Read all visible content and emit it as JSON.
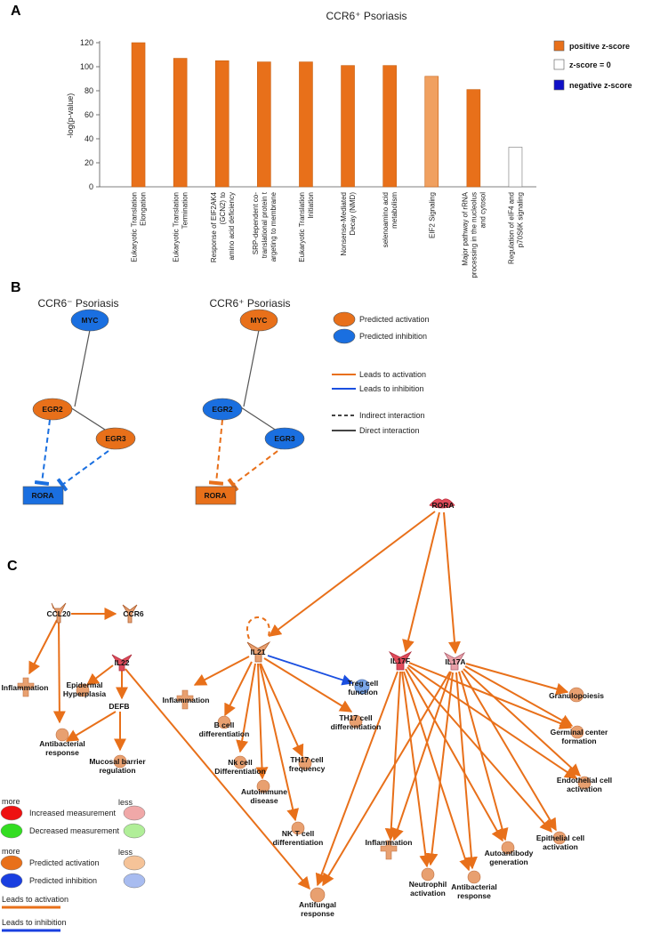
{
  "panels": {
    "a": "A",
    "b": "B",
    "c": "C"
  },
  "chart_data": {
    "type": "bar",
    "title": "CCR6⁺ Psoriasis",
    "ylabel": "-log(p-value)",
    "ylim": [
      0,
      120
    ],
    "yticks": [
      0,
      20,
      40,
      60,
      80,
      100,
      120
    ],
    "categories": [
      "Eukaryotic Translation Elongation",
      "Eukaryotic Translation Termination",
      "Response of EIF2AK4 (GCN2) to amino acid deficiency",
      "SRP-dependent co-translational protein t argeting to membrane",
      "Eukaryotic Translation Initiation",
      "Nonsense-Mediated Decay (NMD)",
      "selenoamino acid metabolism",
      "EIF2 Signaling",
      "Major pathway of rRNA processing in the nucleolus and cytosol",
      "Regulation of eIF4 and p70S6K signaling"
    ],
    "cat_lines": [
      [
        "Eukaryotic Translation",
        "Elongation"
      ],
      [
        "Eukaryotic Translation",
        "Termination"
      ],
      [
        "Response of EIF2AK4",
        "(GCN2) to",
        "amino acid deficiency"
      ],
      [
        "SRP-dependent co-",
        "translational protein t",
        "argeting to membrane"
      ],
      [
        "Eukaryotic Translation",
        "Initiation"
      ],
      [
        "Nonsense-Mediated",
        "Decay (NMD)"
      ],
      [
        "selenoamino acid",
        "metabolism"
      ],
      [
        "EIF2 Signaling"
      ],
      [
        "Major pathway of rRNA",
        "processing in the nucleolus",
        "and cytosol"
      ],
      [
        "Regulation of eIF4 and",
        "p70S6K signaling"
      ]
    ],
    "values": [
      120,
      107,
      105,
      104,
      104,
      101,
      101,
      92,
      81,
      33
    ],
    "bar_colors": [
      "#e8701a",
      "#e8701a",
      "#e8701a",
      "#e8701a",
      "#e8701a",
      "#e8701a",
      "#e8701a",
      "#f0a060",
      "#e8701a",
      "#ffffff"
    ],
    "legend": [
      {
        "label": "positive z-score",
        "color": "#e8701a"
      },
      {
        "label": "z-score = 0",
        "color": "#ffffff"
      },
      {
        "label": "negative z-score",
        "color": "#1010c8"
      }
    ],
    "legend_position": "right"
  },
  "panel_b": {
    "net1_title": "CCR6⁻ Psoriasis",
    "net2_title": "CCR6⁺ Psoriasis",
    "net1": {
      "myc": "MYC",
      "egr2": "EGR2",
      "egr3": "EGR3",
      "rora": "RORA"
    },
    "net2": {
      "myc": "MYC",
      "egr2": "EGR2",
      "egr3": "EGR3",
      "rora": "RORA"
    },
    "legend": {
      "pred_act": "Predicted activation",
      "pred_inh": "Predicted inhibition",
      "leads_act": "Leads to activation",
      "leads_inh": "Leads to inhibition",
      "indirect": "Indirect interaction",
      "direct": "Direct interaction"
    },
    "colors": {
      "orange": "#e8701a",
      "blue": "#1a6fe0"
    }
  },
  "panel_c": {
    "nodes": {
      "rora": "RORA",
      "ccl20": "CCL20",
      "ccr6": "CCR6",
      "il22": "IL22",
      "il21": "IL21",
      "il17f": "IL17F",
      "il17a": "IL17A",
      "defb": "DEFB",
      "treg1": "Treg cell",
      "treg2": "function",
      "inflam1": "Inflammation",
      "epid1": "Epidermal",
      "epid2": "Hyperplasia",
      "antibac1a": "Antibacterial",
      "antibac1b": "response",
      "mucosal1": "Mucosal barrier",
      "mucosal2": "regulation",
      "inflam2": "Inflammation",
      "bcell1": "B cell",
      "bcell2": "differentiation",
      "nk1": "Nk cell",
      "nk2": "Differentiation",
      "auto1": "Autoimmune",
      "auto2": "disease",
      "th17f1": "TH17 cell",
      "th17f2": "frequency",
      "nkt1": "NK T cell",
      "nkt2": "differentiation",
      "th17d1": "TH17 cell",
      "th17d2": "differentiation",
      "antifungal1": "Antifungal",
      "antifungal2": "response",
      "inflam3": "Inflammation",
      "neutro1": "Neutrophil",
      "neutro2": "activation",
      "antibac2a": "Antibacterial",
      "antibac2b": "response",
      "autoab1": "Autoantibody",
      "autoab2": "generation",
      "epith1": "Epithelial cell",
      "epith2": "activation",
      "endo1": "Endothelial cell",
      "endo2": "activation",
      "germ1": "Germinal center",
      "germ2": "formation",
      "granulo": "Granulopoiesis"
    },
    "legend": {
      "more": "more",
      "less": "less",
      "increased": "Increased measurement",
      "decreased": "Decreased measurement",
      "more2": "more",
      "less2": "less",
      "pred_act": "Predicted activation",
      "pred_inh": "Predicted inhibition",
      "leads_act": "Leads to activation",
      "leads_inh": "Leads to inhibition"
    }
  }
}
